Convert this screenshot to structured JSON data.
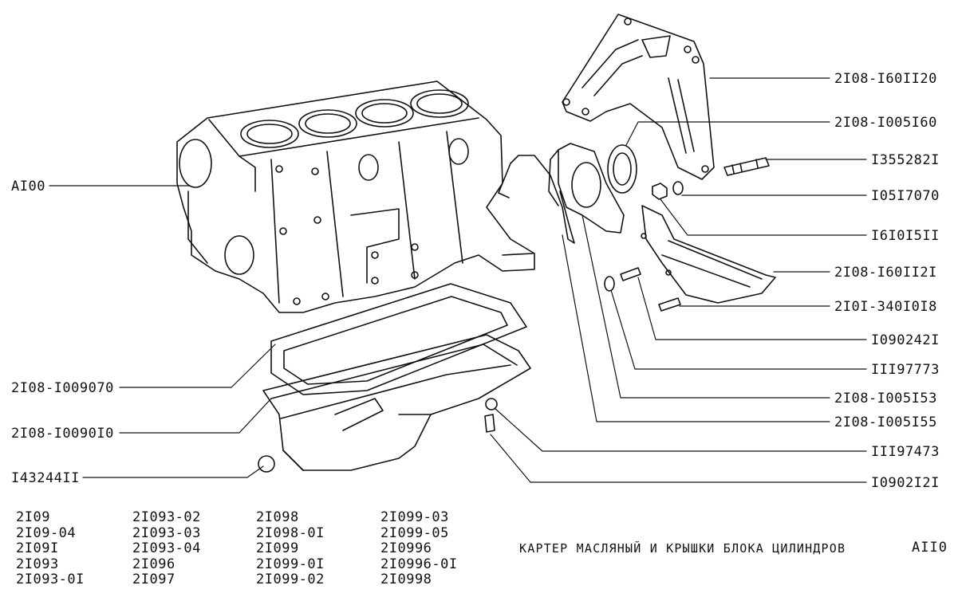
{
  "title": "КАРТЕР МАСЛЯНЫЙ И КРЫШКИ БЛОКА ЦИЛИНДРОВ",
  "page_code": "AII0",
  "part_labels": {
    "block": "AI00",
    "pan_gasket": "2I08-I009070",
    "oil_pan": "2I08-I0090I0",
    "drain_plug": "I43244II",
    "rear_bracket": "2I08-I60II20",
    "seal": "2I08-I005I60",
    "stud": "I355282I",
    "nut": "I05I7070",
    "washer": "I6I0I5II",
    "clutch_cover": "2I08-I60II2I",
    "cover_bolt": "2I0I-340I0I8",
    "bolt_a": "I090242I",
    "washer_a": "III97773",
    "rear_cover": "2I08-I005I53",
    "rear_gasket": "2I08-I005I55",
    "washer_b": "III97473",
    "bolt_b": "I0902I2I"
  },
  "models": {
    "col1": [
      "2I09",
      "2I09-04",
      "2I09I",
      "2I093",
      "2I093-0I"
    ],
    "col2": [
      "2I093-02",
      "2I093-03",
      "2I093-04",
      "2I096",
      "2I097"
    ],
    "col3": [
      "2I098",
      "2I098-0I",
      "2I099",
      "2I099-0I",
      "2I099-02"
    ],
    "col4": [
      "2I099-03",
      "2I099-05",
      "2I0996",
      "2I0996-0I",
      "2I0998"
    ]
  }
}
